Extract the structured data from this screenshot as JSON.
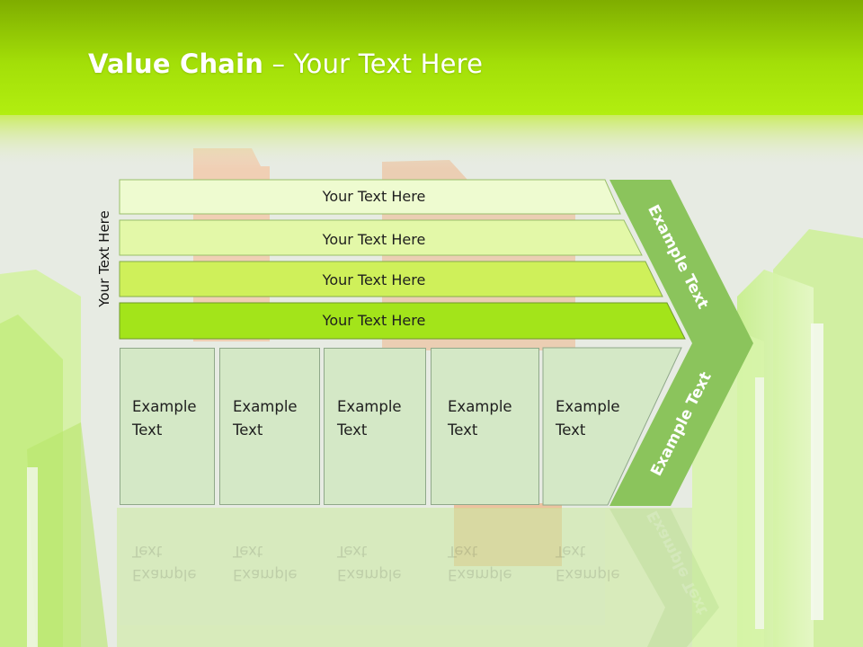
{
  "title": {
    "bold": "Value Chain",
    "rest": " – Your Text Here"
  },
  "vertical_label": "Your Text Here",
  "rows": [
    {
      "label": "Your Text Here",
      "fill": "#eefbd0"
    },
    {
      "label": "Your Text Here",
      "fill": "#e3f8a8"
    },
    {
      "label": "Your Text Here",
      "fill": "#cff05a"
    },
    {
      "label": "Your Text Here",
      "fill": "#a3e41a"
    }
  ],
  "columns": [
    {
      "line1": "Example",
      "line2": "Text"
    },
    {
      "line1": "Example",
      "line2": "Text"
    },
    {
      "line1": "Example",
      "line2": "Text"
    },
    {
      "line1": "Example",
      "line2": "Text"
    },
    {
      "line1": "Example",
      "line2": "Text"
    }
  ],
  "arrow": {
    "upper_text": "Example Text",
    "lower_text": "Example Text",
    "fill": "#8bc45c"
  },
  "colors": {
    "header_green": "#84b800",
    "column_fill": "#d4e8c6",
    "background": "#e6ebe2"
  }
}
